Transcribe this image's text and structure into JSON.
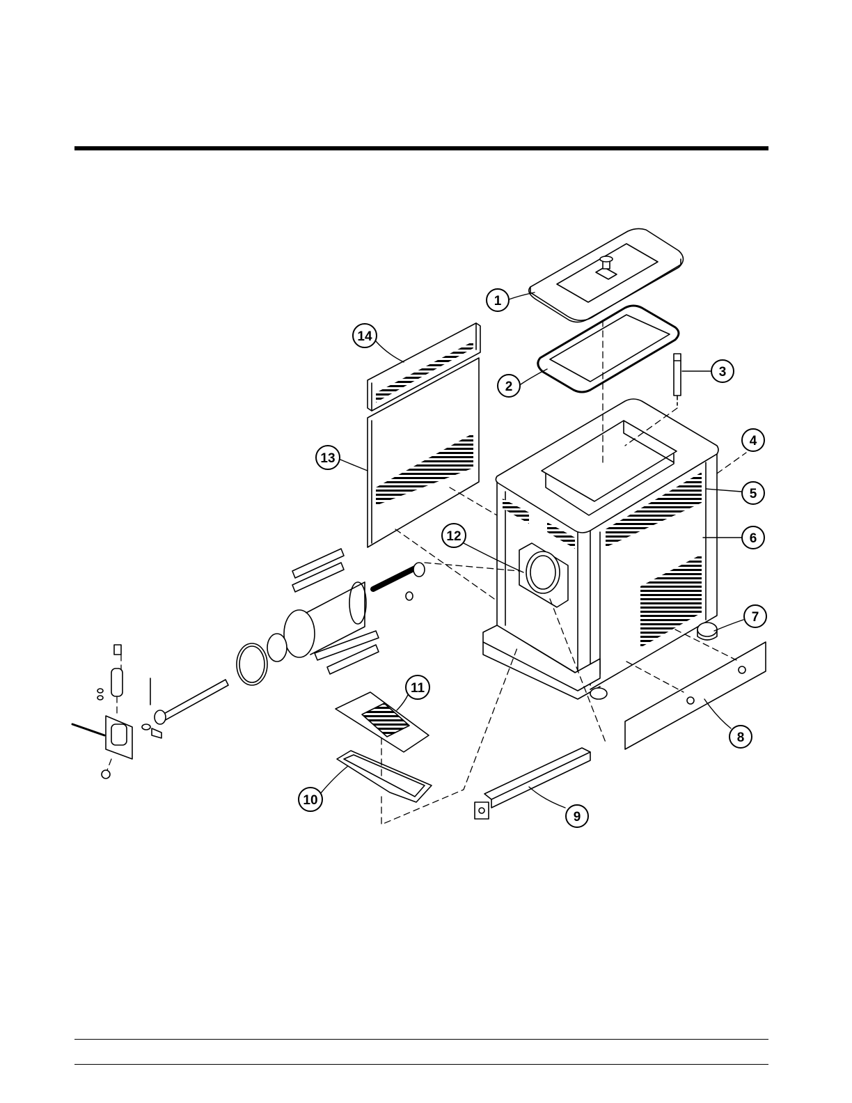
{
  "callouts": [
    {
      "id": "1",
      "label": "1"
    },
    {
      "id": "2",
      "label": "2"
    },
    {
      "id": "3",
      "label": "3"
    },
    {
      "id": "4",
      "label": "4"
    },
    {
      "id": "5",
      "label": "5"
    },
    {
      "id": "6",
      "label": "6"
    },
    {
      "id": "7",
      "label": "7"
    },
    {
      "id": "8",
      "label": "8"
    },
    {
      "id": "9",
      "label": "9"
    },
    {
      "id": "10",
      "label": "10"
    },
    {
      "id": "11",
      "label": "11"
    },
    {
      "id": "12",
      "label": "12"
    },
    {
      "id": "13",
      "label": "13"
    },
    {
      "id": "14",
      "label": "14"
    }
  ],
  "colors": {
    "ink": "#000000",
    "paper": "#ffffff",
    "shade": "#d9d9d9"
  }
}
